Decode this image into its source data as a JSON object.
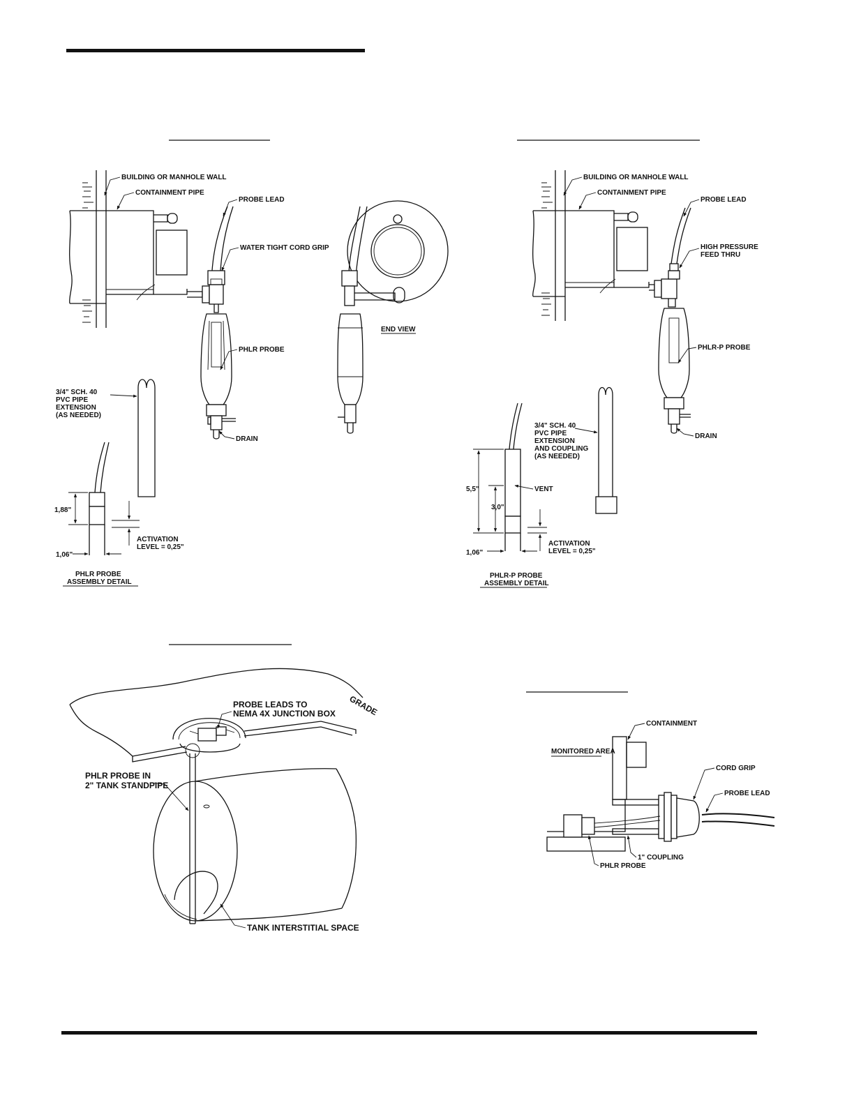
{
  "colors": {
    "ink": "#111111",
    "paper": "#ffffff"
  },
  "fig1": {
    "wall_label": "BUILDING OR MANHOLE WALL",
    "pipe_label": "CONTAINMENT PIPE",
    "lead_label": "PROBE LEAD",
    "grip_label": "WATER TIGHT CORD GRIP",
    "probe_label": "PHLR PROBE",
    "end_view_label": "END VIEW",
    "ext_label": [
      "3/4\" SCH. 40",
      "PVC PIPE",
      "EXTENSION",
      "(AS NEEDED)"
    ],
    "drain_label": "DRAIN",
    "dim_height": "1,88\"",
    "dim_width": "1,06\"",
    "activation_label": [
      "ACTIVATION",
      "LEVEL = 0,25\""
    ],
    "detail_caption": [
      "PHLR  PROBE",
      "ASSEMBLY DETAIL"
    ]
  },
  "fig2": {
    "wall_label": "BUILDING OR MANHOLE WALL",
    "pipe_label": "CONTAINMENT PIPE",
    "lead_label": "PROBE LEAD",
    "feed_label": [
      "HIGH PRESSURE",
      "FEED THRU"
    ],
    "probe_label": "PHLR-P PROBE",
    "ext_label": [
      "3/4\" SCH. 40",
      "PVC PIPE",
      "EXTENSION",
      "AND COUPLING",
      "(AS NEEDED)"
    ],
    "drain_label": "DRAIN",
    "dim_total": "5,5\"",
    "dim_vent": "3,0\"",
    "vent_label": "VENT",
    "dim_width": "1,06\"",
    "activation_label": [
      "ACTIVATION",
      "LEVEL = 0,25\""
    ],
    "detail_caption": [
      "PHLR-P  PROBE",
      "ASSEMBLY DETAIL"
    ]
  },
  "fig3": {
    "grade_label": "GRADE",
    "leads_label": [
      "PROBE LEADS TO",
      "NEMA 4X JUNCTION BOX"
    ],
    "probe_label": [
      "PHLR PROBE IN",
      "2\" TANK STANDPIPE"
    ],
    "interstitial_label": "TANK INTERSTITIAL SPACE"
  },
  "fig4": {
    "containment_label": "CONTAINMENT",
    "monitored_label": "MONITORED AREA",
    "grip_label": "CORD GRIP",
    "lead_label": "PROBE LEAD",
    "coupling_label": "1\" COUPLING",
    "probe_label": "PHLR PROBE"
  }
}
